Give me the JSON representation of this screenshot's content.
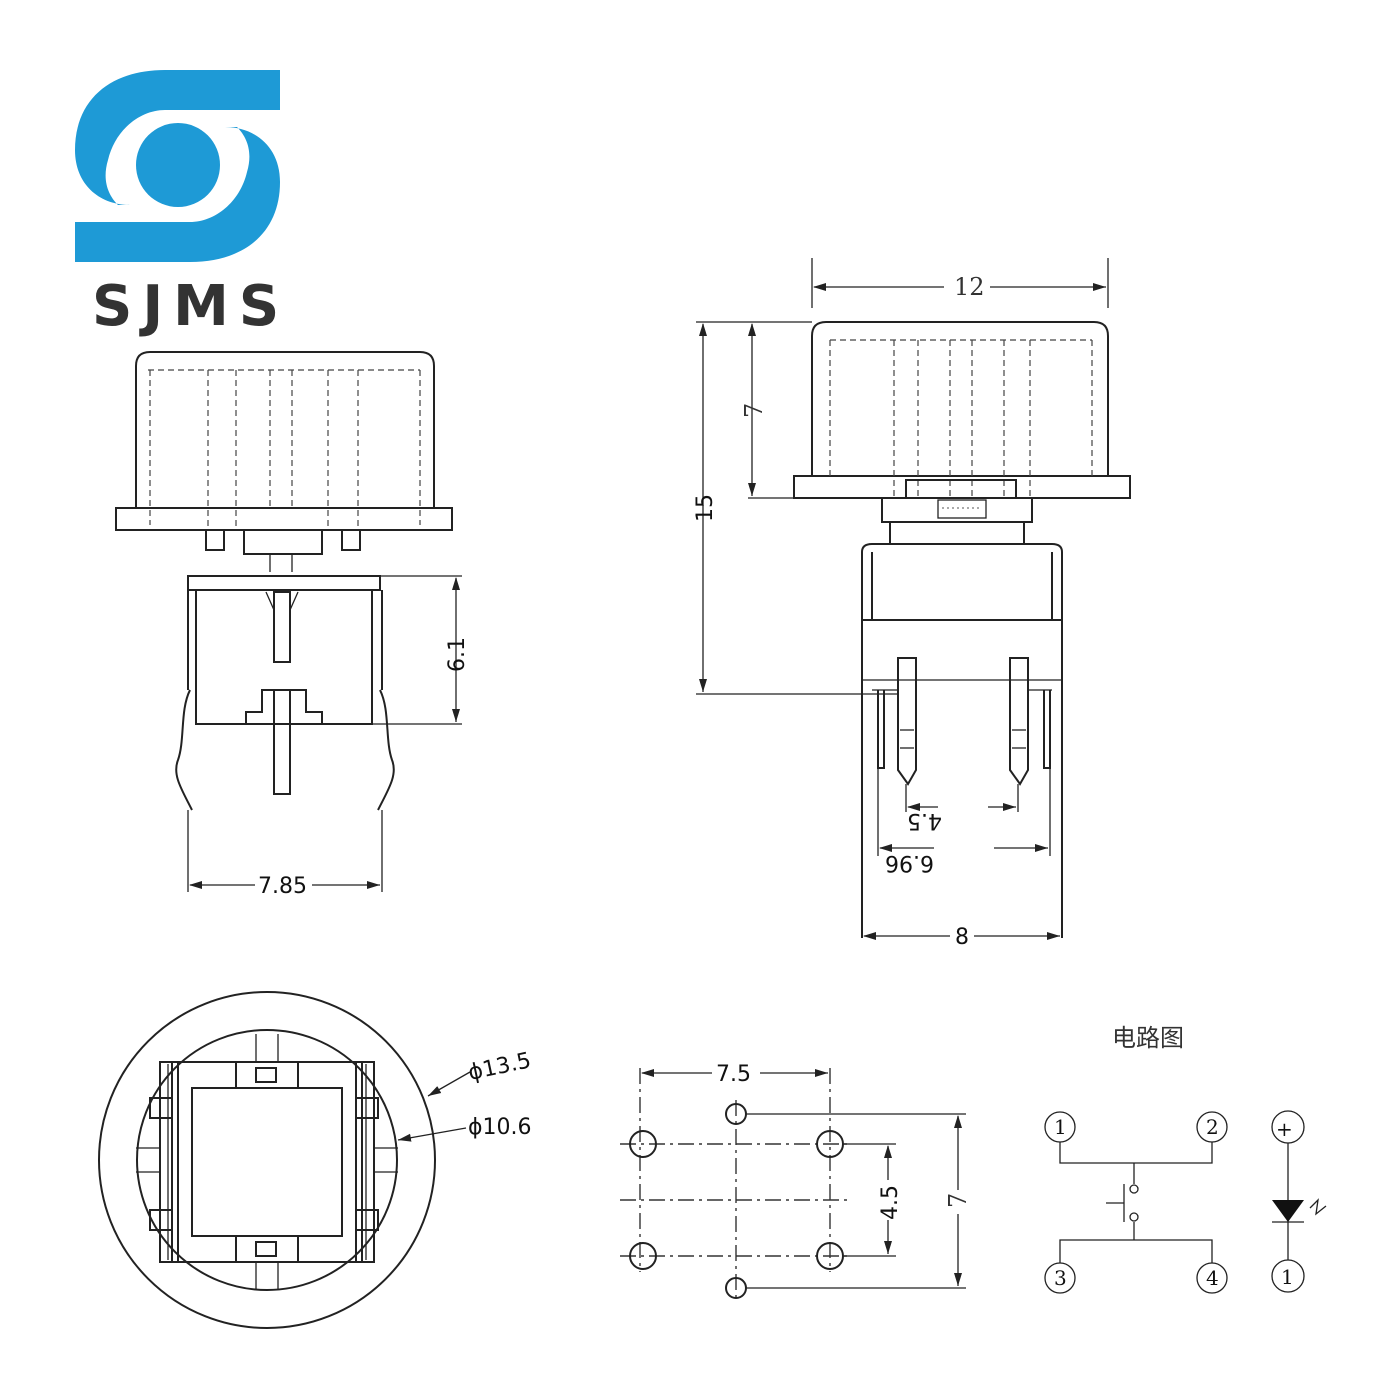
{
  "brand": {
    "name": "SJMS",
    "logo_color": "#1e9ad6"
  },
  "dimensions": {
    "top_width": "12",
    "cap_height": "7",
    "total_height": "15",
    "contact_height": "6.1",
    "contact_span": "7.85",
    "pin_pitch": "4.5",
    "pin_outer": "6.96",
    "body_width": "8",
    "outer_diameter": "ϕ13.5",
    "inner_diameter": "ϕ10.6",
    "pcb_width": "7.5",
    "pcb_pitch": "4.5",
    "pcb_height": "7"
  },
  "circuit": {
    "title": "电路图",
    "switch_pins": [
      "1",
      "2",
      "3",
      "4"
    ],
    "led_plus": "+",
    "led_minus": "1"
  }
}
